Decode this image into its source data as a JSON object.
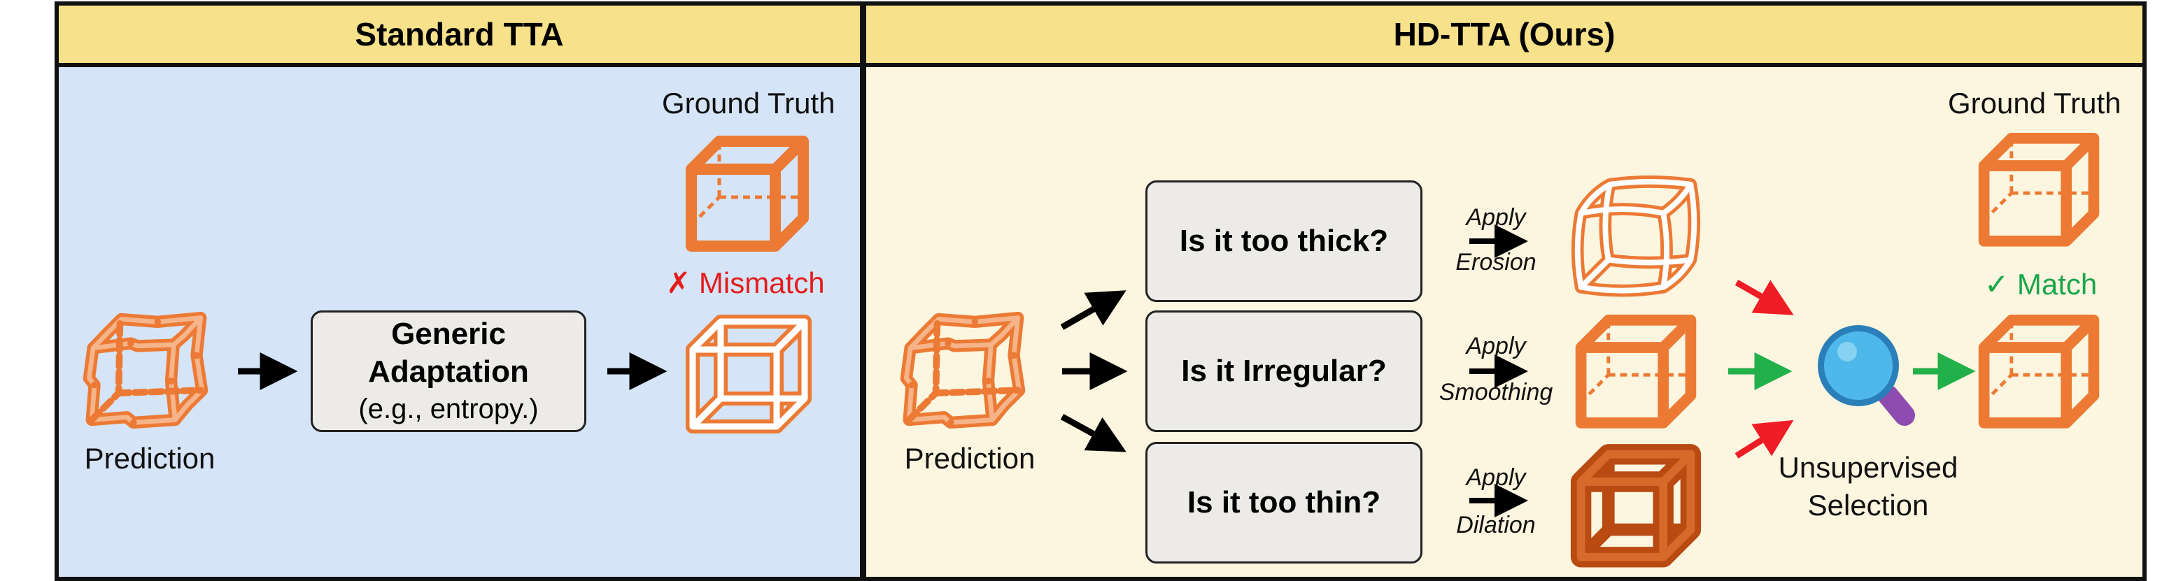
{
  "colors": {
    "left_panel": "#d5e4f7",
    "right_panel": "#fcf5e0",
    "header": "#f7e18a",
    "cube": "#ec7a34",
    "cube_dark": "#b84a12",
    "mismatch": "#e51c1c",
    "match": "#1aa64a",
    "green_arrow": "#22b04a",
    "red_arrow": "#ee1c24",
    "magnifier": "#4fb8ea",
    "handle": "#8e4bb0"
  },
  "standard": {
    "title": "Standard TTA",
    "ground_truth": "Ground Truth",
    "prediction": "Prediction",
    "box": {
      "line1": "Generic",
      "line2": "Adaptation",
      "line3": "(e.g., entropy.)"
    },
    "mismatch_icon": "✗",
    "mismatch": "Mismatch"
  },
  "ours": {
    "title": "HD-TTA (Ours)",
    "ground_truth": "Ground Truth",
    "prediction": "Prediction",
    "questions": [
      "Is it too thick?",
      "Is it Irregular?",
      "Is it too thin?"
    ],
    "ops": [
      {
        "verb": "Apply",
        "name": "Erosion"
      },
      {
        "verb": "Apply",
        "name": "Smoothing"
      },
      {
        "verb": "Apply",
        "name": "Dilation"
      }
    ],
    "selection": {
      "line1": "Unsupervised",
      "line2": "Selection"
    },
    "match_icon": "✓",
    "match": "Match"
  }
}
